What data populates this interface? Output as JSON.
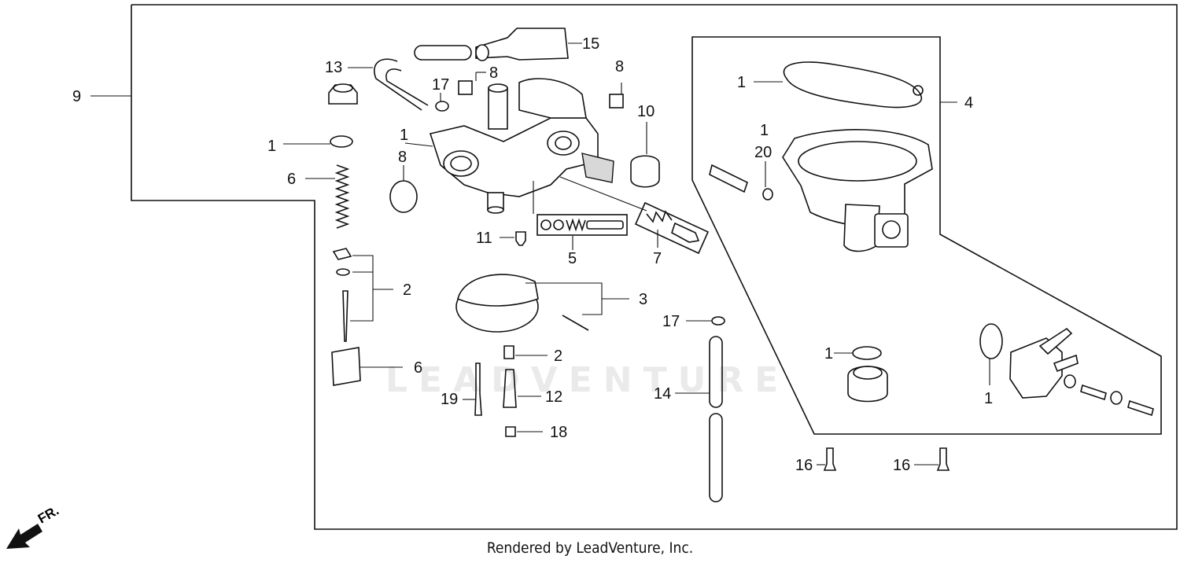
{
  "callouts": [
    {
      "id": "c-9",
      "text": "9"
    },
    {
      "id": "c-13",
      "text": "13"
    },
    {
      "id": "c-15",
      "text": "15"
    },
    {
      "id": "c-17a",
      "text": "17"
    },
    {
      "id": "c-8a",
      "text": "8"
    },
    {
      "id": "c-8b",
      "text": "8"
    },
    {
      "id": "c-10",
      "text": "10"
    },
    {
      "id": "c-1a",
      "text": "1"
    },
    {
      "id": "c-1b",
      "text": "1"
    },
    {
      "id": "c-8c",
      "text": "8"
    },
    {
      "id": "c-6a",
      "text": "6"
    },
    {
      "id": "c-11",
      "text": "11"
    },
    {
      "id": "c-5",
      "text": "5"
    },
    {
      "id": "c-7",
      "text": "7"
    },
    {
      "id": "c-2a",
      "text": "2"
    },
    {
      "id": "c-3",
      "text": "3"
    },
    {
      "id": "c-17b",
      "text": "17"
    },
    {
      "id": "c-2b",
      "text": "2"
    },
    {
      "id": "c-6b",
      "text": "6"
    },
    {
      "id": "c-14",
      "text": "14"
    },
    {
      "id": "c-19",
      "text": "19"
    },
    {
      "id": "c-12",
      "text": "12"
    },
    {
      "id": "c-18",
      "text": "18"
    },
    {
      "id": "c-16a",
      "text": "16"
    },
    {
      "id": "c-16b",
      "text": "16"
    },
    {
      "id": "c-4",
      "text": "4"
    },
    {
      "id": "c-1c",
      "text": "1"
    },
    {
      "id": "c-1d",
      "text": "1"
    },
    {
      "id": "c-20",
      "text": "20"
    },
    {
      "id": "c-1e",
      "text": "1"
    },
    {
      "id": "c-1f",
      "text": "1"
    }
  ],
  "direction_marker": "FR.",
  "watermark_text": "LEADVENTURE",
  "footer_text": "Rendered by LeadVenture, Inc."
}
